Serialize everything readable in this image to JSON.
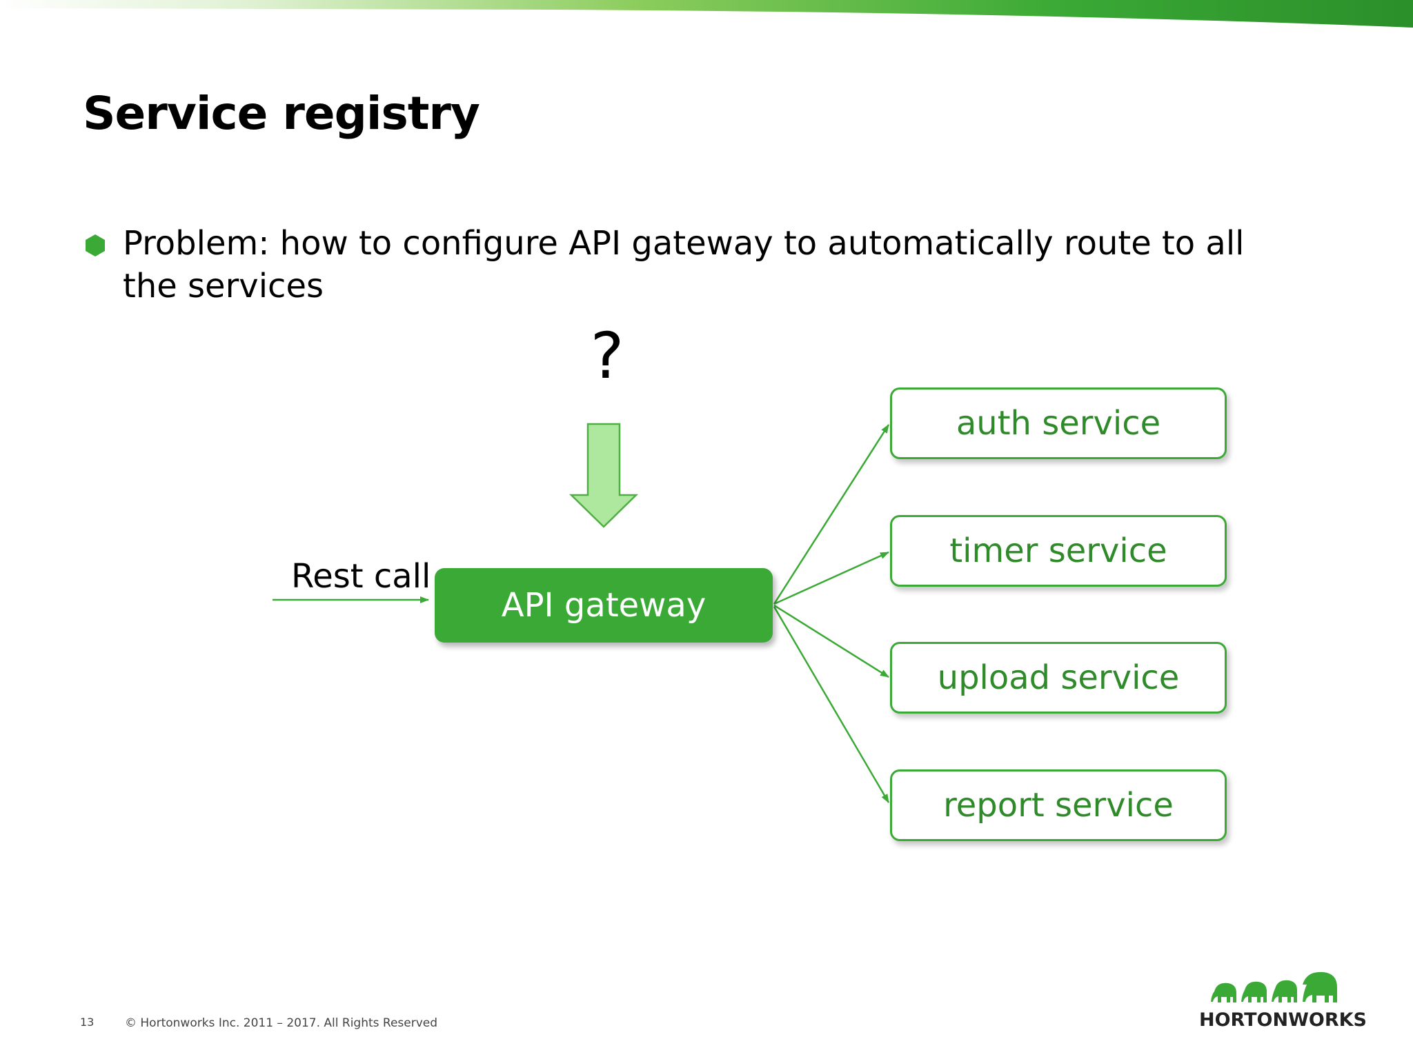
{
  "slide": {
    "title": "Service registry",
    "bullet": "Problem: how to configure API gateway to automatically route to all the services",
    "question_mark": "?",
    "page_number": "13",
    "copyright": "© Hortonworks Inc. 2011 – 2017. All Rights Reserved",
    "logo_text": "HORTONWORKS"
  },
  "diagram": {
    "input_label": "Rest call",
    "gateway_label": "API gateway",
    "services": [
      "auth service",
      "timer service",
      "upload service",
      "report service"
    ]
  },
  "colors": {
    "brand_green": "#3aa935",
    "service_text": "#2f8a2a",
    "arrow_fill": "#aee89e",
    "band_light": "#e9f5e0"
  },
  "icons": {
    "bullet": "green-hexagon-icon",
    "down_arrow": "block-down-arrow-icon",
    "logo": "elephant-herd-logo-icon"
  }
}
